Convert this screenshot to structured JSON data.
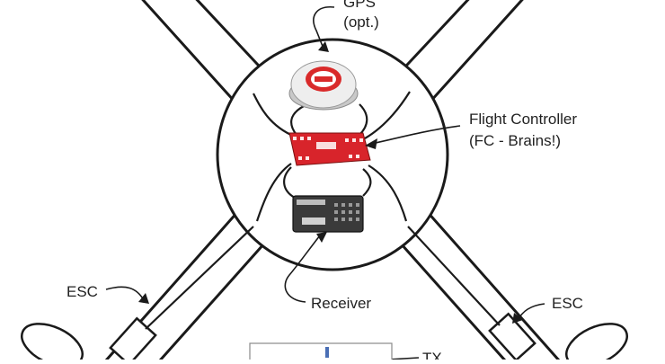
{
  "labels": {
    "gps": "GPS",
    "gps_opt": "(opt.)",
    "flight_controller": "Flight Controller",
    "flight_controller_sub": "(FC - Brains!)",
    "receiver": "Receiver",
    "esc_left": "ESC",
    "esc_right": "ESC",
    "tx": "TX"
  },
  "colors": {
    "frame_stroke": "#1a1a1a",
    "fc_red": "#d8242b",
    "gps_red": "#d92a2a",
    "receiver_body": "#3a3a3a",
    "label_text": "#222222"
  },
  "icons": {
    "gps": "gps-puck-icon",
    "flight_controller": "flight-controller-board-icon",
    "receiver": "rc-receiver-icon"
  }
}
